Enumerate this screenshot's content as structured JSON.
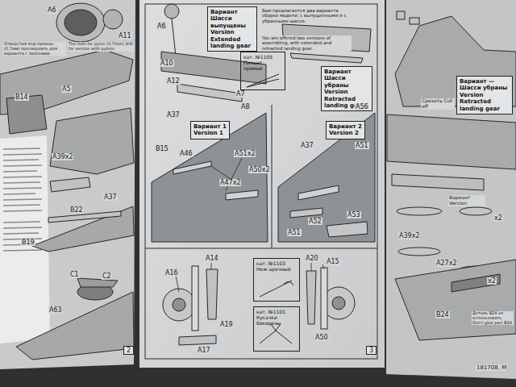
{
  "diagram": {
    "nodes": [
      {
        "text": [
          "Вариант Шасси выпущены",
          "Version Extended landing gear"
        ]
      },
      {
        "text": [
          "кат. №1105 Пинцет прямой"
        ]
      },
      {
        "text": [
          "Вариант Шасси убраны",
          "Version Retracted landing gear"
        ]
      },
      {
        "text": [
          "Вариант 1",
          "Version 1"
        ]
      },
      {
        "text": [
          "Вариант 2",
          "Version 2"
        ]
      },
      {
        "text": [
          "кат. №1103 Нож арочный"
        ]
      },
      {
        "text": [
          "кат. №1101 Кусачки бокорезы"
        ]
      },
      {
        "text": [
          "Вариант — Шасси убраны",
          "Version Retracted landing gear"
        ]
      }
    ],
    "labels": [
      "A6",
      "A11",
      "Отверстия под пилоны (0,7мм) просверлить для варианта с пилонами",
      "The hole for pylon (0,7mm) drill for version with pylons",
      "B14",
      "A5",
      "A39x2",
      "A37",
      "B22",
      "B19",
      "C1",
      "C2",
      "A63",
      "2",
      "Вам предлагается два варианта сборки модели: с выпущенными и с убранными шасси.",
      "You are offered two versions of assembling, with extended and retracted landing gear.",
      "A6",
      "A10",
      "A12",
      "A7",
      "A8",
      "A37",
      "B15",
      "A46",
      "A51x2",
      "A47x2",
      "A50x2",
      "A37",
      "A56",
      "A51",
      "A52",
      "A53",
      "A51",
      "A16",
      "A14",
      "A19",
      "A17",
      "A20",
      "A15",
      "A50",
      "3",
      "Срезать Cut off",
      "Вариант Version",
      "x2",
      "A39x2",
      "A27x2",
      "x2",
      "B24",
      "Деталь B24 не использовать Don't glue part B24",
      "181708, M"
    ]
  }
}
